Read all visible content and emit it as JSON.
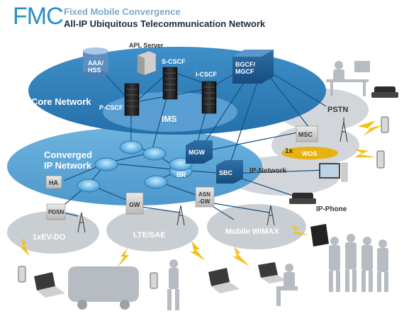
{
  "header": {
    "logo": "FMC",
    "subtitle": "Fixed Mobile Convergence",
    "title": "All-IP Ubiquitous Telecommunication Network"
  },
  "labels": {
    "apl_server": "APL Server",
    "aaa_hss": [
      "AAA/",
      "HSS"
    ],
    "s_cscf": "S-CSCF",
    "i_cscf": "I-CSCF",
    "p_cscf": "P-CSCF",
    "bgcf": [
      "BGCF/",
      "MGCF"
    ],
    "core_network": "Core Network",
    "ims": "IMS",
    "pstn": "PSTN",
    "msc": "MSC",
    "one_x": "1x",
    "wos": "WOS",
    "converged": [
      "Converged",
      "IP Network"
    ],
    "mgw": "MGW",
    "br": "BR",
    "sbc": "SBC",
    "ip_network": "IP-Network",
    "ip_phone": "IP-Phone",
    "ha": "HA",
    "gw": "GW",
    "asn_gw": [
      "ASN",
      "-GW"
    ],
    "pdsn": "PDSN",
    "evdo": "1xEV-DO",
    "lte": "LTE/SAE",
    "wimax": "Mobile WiMAX"
  },
  "colors": {
    "brand": "#2a8fc6",
    "core_ellipse": "#2f7fb8",
    "converged_ellipse": "#5ea9d6",
    "gray_cloud": "#c9cdd2",
    "device_blue": "#1f5d93",
    "wos_yellow": "#e7b20f",
    "lightning": "#f2c21b"
  }
}
